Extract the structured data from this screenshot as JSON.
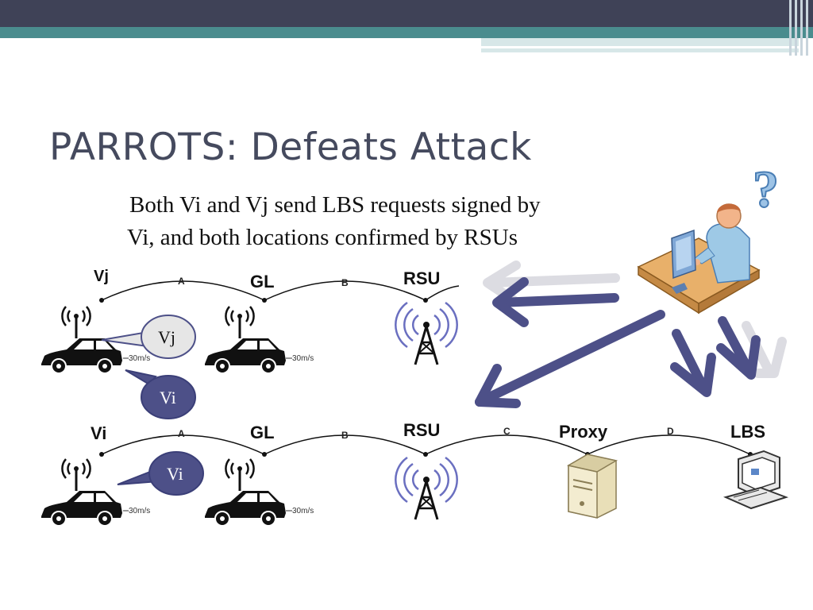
{
  "slide": {
    "title": "PARROTS: Defeats Attack",
    "subtitle_line1": "Both Vi and Vj send LBS requests signed by",
    "subtitle_line2": "Vi, and both locations confirmed by RSUs",
    "question_mark": "?"
  },
  "top_row": {
    "vehicle_label": "Vj",
    "link_a": "A",
    "gl_label": "GL",
    "link_b": "B",
    "rsu_label": "RSU",
    "speed1": "30m/s",
    "speed2": "30m/s",
    "bubble_gray": "Vj",
    "bubble_blue": "Vi"
  },
  "bottom_row": {
    "vehicle_label": "Vi",
    "link_a": "A",
    "gl_label": "GL",
    "link_b": "B",
    "rsu_label": "RSU",
    "link_c": "C",
    "proxy_label": "Proxy",
    "link_d": "D",
    "lbs_label": "LBS",
    "speed1": "30m/s",
    "speed2": "30m/s",
    "bubble_blue": "Vi"
  },
  "colors": {
    "title": "#454a5e",
    "arrow": "#4d5088",
    "arrow_shadow": "#d9d9df",
    "bubble_blue": "#4d5088",
    "bubble_gray": "#e6e6e6",
    "top_bar": "#3f4257",
    "teal_bar": "#4a8c8e"
  }
}
